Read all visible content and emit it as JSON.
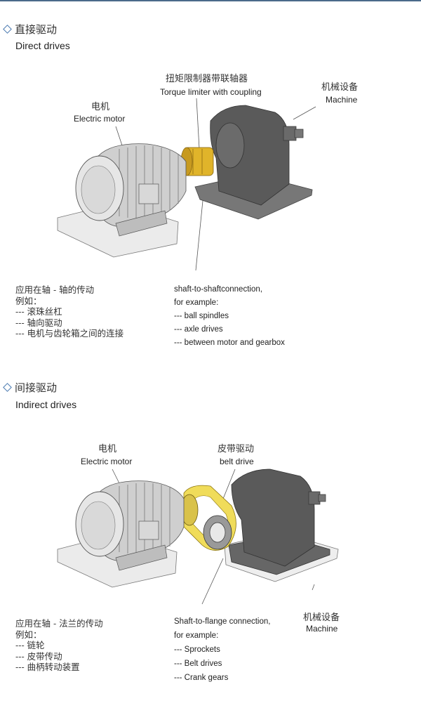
{
  "direct": {
    "title_zh": "直接驱动",
    "title_en": "Direct drives",
    "labels": {
      "motor_zh": "电机",
      "motor_en": "Electric motor",
      "limiter_zh": "扭矩限制器带联轴器",
      "limiter_en": "Torque limiter with coupling",
      "machine_zh": "机械设备",
      "machine_en": "Machine"
    },
    "desc_zh": {
      "heading": "应用在轴 - 轴的传动",
      "example": "例如：",
      "items": [
        "---  滚珠丝杠",
        "---  轴向驱动",
        "---  电机与齿轮箱之间的连接"
      ]
    },
    "desc_en": {
      "heading": "shaft-to-shaftconnection,",
      "example": " for example:",
      "items": [
        "---    ball spindles",
        "---    axle drives",
        "---    between motor and gearbox"
      ]
    }
  },
  "indirect": {
    "title_zh": "间接驱动",
    "title_en": "Indirect drives",
    "labels": {
      "motor_zh": "电机",
      "motor_en": "Electric motor",
      "belt_zh": "皮带驱动",
      "belt_en": "belt drive",
      "machine_zh": "机械设备",
      "machine_en": "Machine"
    },
    "desc_zh": {
      "heading": "应用在轴 - 法兰的传动",
      "example": "例如：",
      "items": [
        "---  链轮",
        "---  皮带传动",
        "---  曲柄转动装置"
      ]
    },
    "desc_en": {
      "heading": "Shaft-to-flange connection,",
      "example": "for example:",
      "items": [
        "---    Sprockets",
        "---    Belt drives",
        "---    Crank gears"
      ]
    }
  }
}
